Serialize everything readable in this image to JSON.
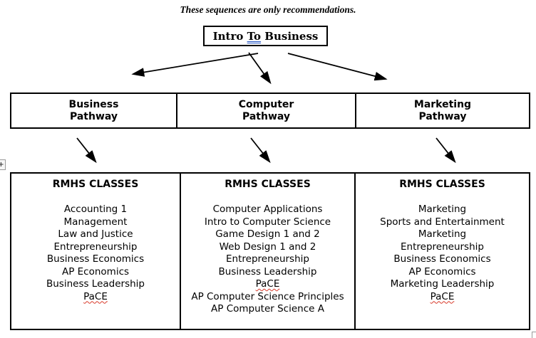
{
  "note": "These sequences are only recommendations.",
  "intro": {
    "pre": "Intro ",
    "flagged": "To",
    "post": " Business"
  },
  "pathways": [
    {
      "name": "business-pathway",
      "lines": [
        "Business",
        "Pathway"
      ]
    },
    {
      "name": "computer-pathway",
      "lines": [
        "Computer",
        "Pathway"
      ]
    },
    {
      "name": "marketing-pathway",
      "lines": [
        "Marketing",
        "Pathway"
      ]
    }
  ],
  "rmhs": {
    "header": "RMHS CLASSES",
    "columns": [
      {
        "name": "business-classes",
        "courses": [
          "Accounting 1",
          "Management",
          "Law and Justice",
          "Entrepreneurship",
          "Business Economics",
          "AP Economics",
          "Business Leadership",
          "PaCE"
        ]
      },
      {
        "name": "computer-classes",
        "courses": [
          "Computer Applications",
          "Intro to Computer Science",
          "Game Design 1 and 2",
          "Web Design 1 and 2",
          "Entrepreneurship",
          "Business Leadership",
          "PaCE",
          "AP Computer Science Principles",
          "AP Computer Science A"
        ]
      },
      {
        "name": "marketing-classes",
        "courses": [
          "Marketing",
          "Sports and Entertainment",
          "Marketing",
          "Entrepreneurship",
          "Business Economics",
          "AP Economics",
          "Marketing Leadership",
          "PaCE"
        ]
      }
    ],
    "spellcheck_flagged": [
      "PaCE"
    ]
  },
  "handles": {
    "table_move": "+"
  },
  "colors": {
    "text": "#000000",
    "border": "#000000",
    "grammar_underline": "#2456c4",
    "spellcheck_underline": "#d83a2a",
    "handle_border": "#9a9a9a"
  }
}
